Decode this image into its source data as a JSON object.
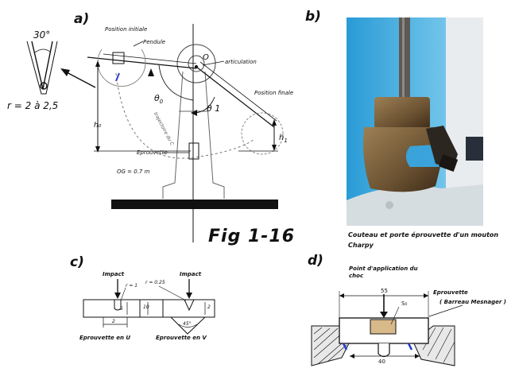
{
  "panels": {
    "a": {
      "label": "a)",
      "angle_label": "30°",
      "radius_label": "r = 2 à 2,5",
      "position_initiale": "Position initiale",
      "pendule": "Pendule",
      "o_label": "O",
      "articulation": "articulation",
      "theta0": "θ",
      "theta0_sub": "0",
      "theta1": "θ 1",
      "position_finale": "Position finale",
      "h0": "h₀",
      "h1": "h",
      "h1_sub": "1",
      "trajectoire": "trajectoire du C",
      "eprouvette": "Eprouvette",
      "og": "OG = 0.7 m",
      "fig": "Fig 1-16"
    },
    "b": {
      "label": "b)",
      "caption": "Couteau et porte éprouvette d'un mouton Charpy"
    },
    "c": {
      "label": "c)",
      "impact_left": "Impact",
      "impact_right": "Impact",
      "r1": "r = 1",
      "r025": "r = 0.25",
      "dim5": "5",
      "dim2": "2",
      "dim10": "10",
      "dim2v": "2",
      "angle45": "45°",
      "eprouvette_u": "Eprouvette en U",
      "eprouvette_v": "Eprouvette en V"
    },
    "d": {
      "label": "d)",
      "point_application": "Point d'application du choc",
      "dim55": "55",
      "s0": "S₀",
      "eprouvette": "Eprouvette",
      "barreau": "( Barreau Mesnager )",
      "dim40": "40"
    }
  }
}
